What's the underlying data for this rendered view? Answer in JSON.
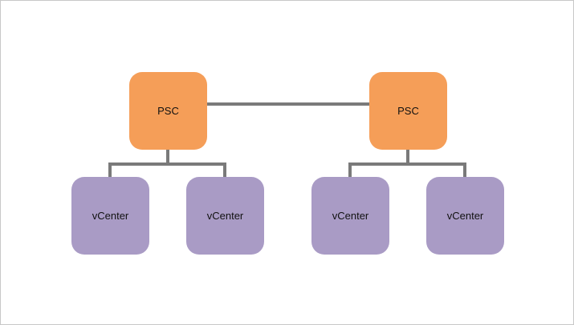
{
  "diagram": {
    "colors": {
      "psc_fill": "#f59e58",
      "vcenter_fill": "#a99bc5",
      "connector": "#7a7a7a"
    },
    "psc_nodes": [
      {
        "label": "PSC"
      },
      {
        "label": "PSC"
      }
    ],
    "vcenter_nodes": [
      {
        "label": "vCenter"
      },
      {
        "label": "vCenter"
      },
      {
        "label": "vCenter"
      },
      {
        "label": "vCenter"
      }
    ]
  }
}
